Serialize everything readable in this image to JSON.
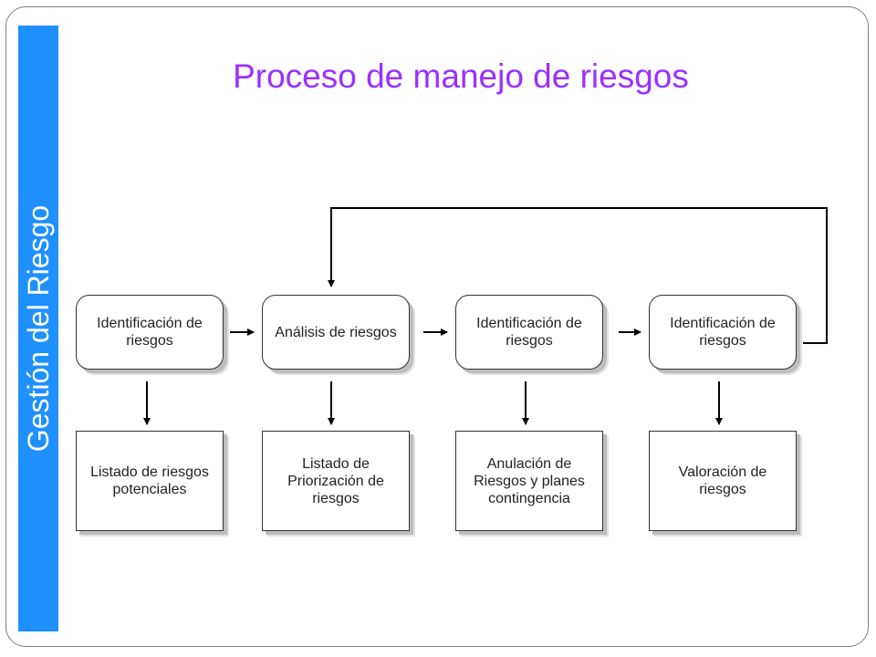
{
  "sidebar": {
    "label": "Gestión del Riesgo"
  },
  "title": "Proceso de manejo de riesgos",
  "process_steps": [
    {
      "label": "Identificación de riesgos"
    },
    {
      "label": "Análisis de riesgos"
    },
    {
      "label": "Identificación de riesgos"
    },
    {
      "label": "Identificación de riesgos"
    }
  ],
  "outputs": [
    {
      "label": "Listado de riesgos potenciales"
    },
    {
      "label": "Listado de Priorización de riesgos"
    },
    {
      "label": "Anulación de Riesgos y planes contingencia"
    },
    {
      "label": "Valoración de riesgos"
    }
  ],
  "colors": {
    "sidebar": "#1e90ff",
    "title": "#9b30ff"
  }
}
